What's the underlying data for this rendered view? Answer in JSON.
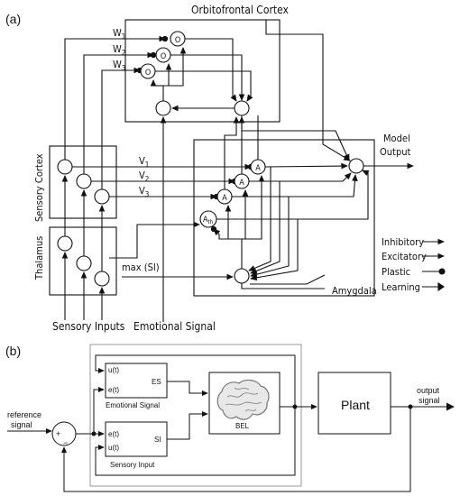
{
  "panel_a": {
    "tag": "(a)",
    "orbitofrontal_title": "Orbitofrontal Cortex",
    "weights": {
      "w1": "W",
      "w1_sub": "1",
      "w2": "W",
      "w2_sub": "2",
      "w3": "W",
      "w3_sub": "3"
    },
    "o_nodes": [
      "O",
      "O",
      "O"
    ],
    "a_nodes": [
      "A",
      "A",
      "A"
    ],
    "vees": {
      "v1": "V",
      "v1_sub": "1",
      "v2": "V",
      "v2_sub": "2",
      "v3": "V",
      "v3_sub": "3"
    },
    "a_th_label": "A",
    "a_th_sub": "th",
    "model_output_line1": "Model",
    "model_output_line2": "Output",
    "sensory_cortex": "Sensory Cortex",
    "thalamus": "Thalamus",
    "max_si": "max (SI)",
    "amygdala": "Amygdala",
    "sensory_inputs": "Sensory Inputs",
    "emotional_signal": "Emotional Signal",
    "legend": [
      "Inhibitory",
      "Excitatory",
      "Plastic",
      "Learning"
    ]
  },
  "panel_b": {
    "tag": "(b)",
    "reference_signal_line1": "reference",
    "reference_signal_line2": "signal",
    "sum_plus": "+",
    "sum_minus": "−",
    "es_in1": "u(t)",
    "es_in2": "e(t)",
    "es_out": "ES",
    "es_caption": "Emotional Signal",
    "si_in1": "e(t)",
    "si_in2": "u(t)",
    "si_out": "SI",
    "si_caption": "Sensory Input",
    "bel": "BEL",
    "plant": "Plant",
    "output_signal_line1": "output",
    "output_signal_line2": "signal"
  }
}
